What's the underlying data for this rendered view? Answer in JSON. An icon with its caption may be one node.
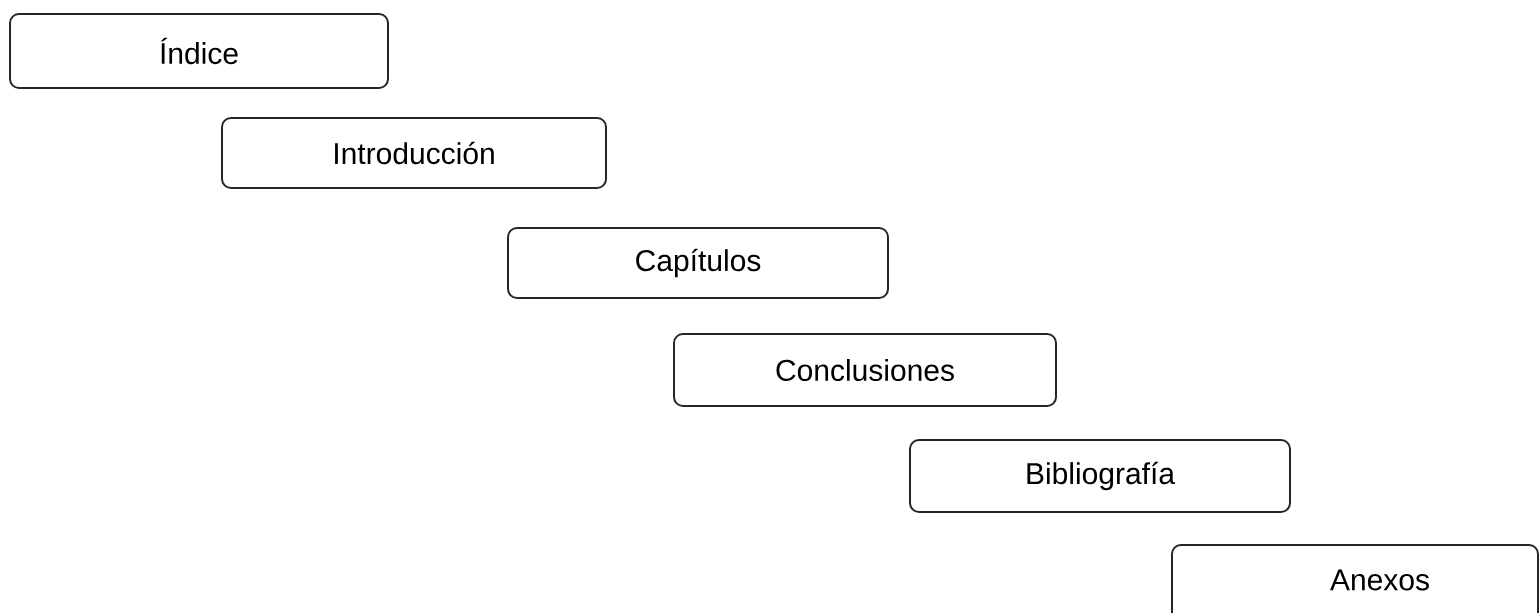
{
  "diagram": {
    "nodes": [
      {
        "text": [
          "Índice"
        ]
      },
      {
        "text": [
          "Introducción"
        ]
      },
      {
        "text": [
          "Capítulos"
        ]
      },
      {
        "text": [
          "Conclusiones"
        ]
      },
      {
        "text": [
          "Bibliografía"
        ]
      },
      {
        "text": [
          "Anexos"
        ]
      }
    ]
  }
}
